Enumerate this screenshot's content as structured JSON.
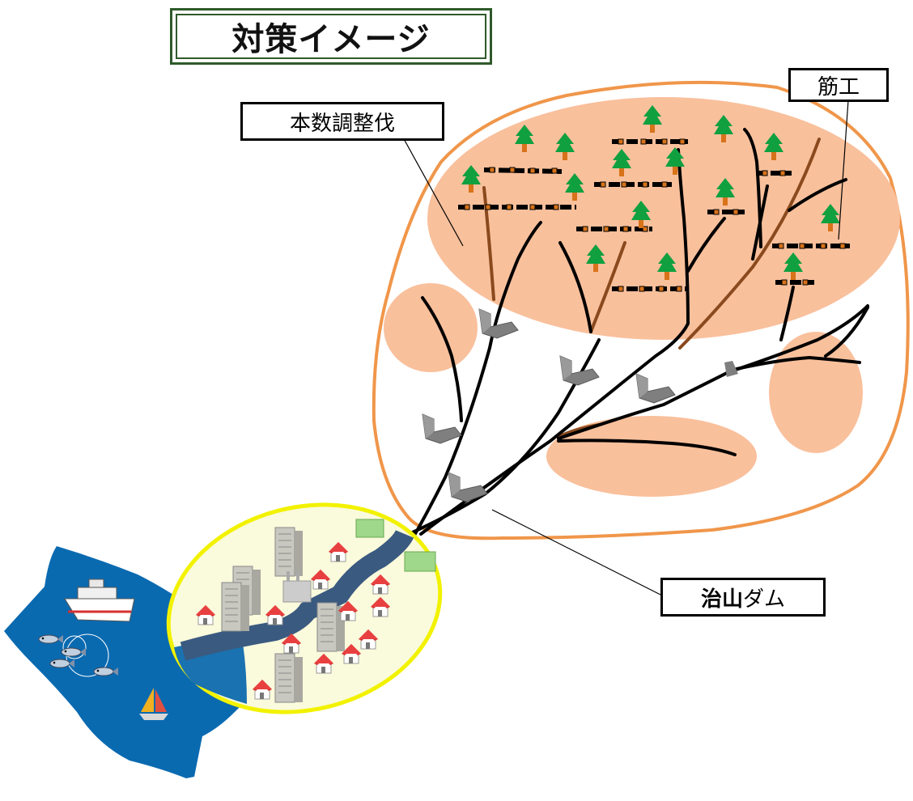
{
  "title": "対策イメージ",
  "labels": {
    "thinning": "本数調整伐",
    "fence": "筋工",
    "dam_bold": "治山",
    "dam_rest": "ダム"
  },
  "colors": {
    "forest_fill": "#f9c09c",
    "forest_outline": "#f0964a",
    "town_outline": "#f2f200",
    "town_fill": "#fafadc",
    "sea": "#0a6ab0",
    "river": "#3a5a80",
    "stream": "#000000",
    "brown_stream": "#8a4a1e",
    "dam": "#808080",
    "tree_green": "#10a040",
    "tree_trunk": "#d8731a",
    "title_border": "#2f5a2b"
  }
}
